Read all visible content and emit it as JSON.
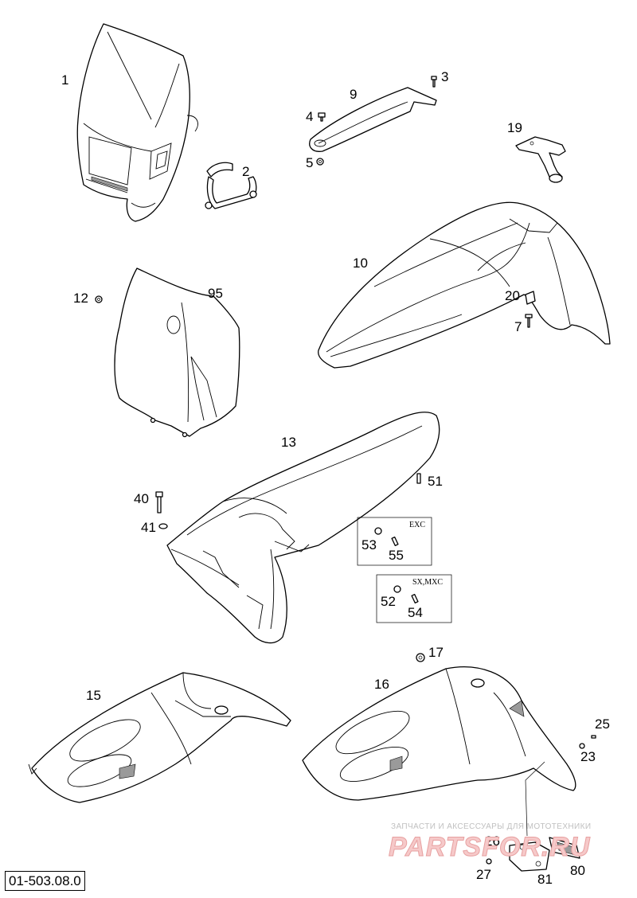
{
  "diagram_id": "01-503.08.0",
  "watermark": {
    "tagline": "ЗАПЧАСТИ И АКСЕССУАРЫ ДЛЯ МОТОТЕХНИКИ",
    "logo": "PARTSFOR.RU"
  },
  "callouts": [
    {
      "id": "1",
      "label": "1"
    },
    {
      "id": "2",
      "label": "2"
    },
    {
      "id": "3",
      "label": "3"
    },
    {
      "id": "4",
      "label": "4"
    },
    {
      "id": "5",
      "label": "5"
    },
    {
      "id": "7",
      "label": "7"
    },
    {
      "id": "9",
      "label": "9"
    },
    {
      "id": "10",
      "label": "10"
    },
    {
      "id": "12",
      "label": "12"
    },
    {
      "id": "13",
      "label": "13"
    },
    {
      "id": "15",
      "label": "15"
    },
    {
      "id": "16",
      "label": "16"
    },
    {
      "id": "17",
      "label": "17"
    },
    {
      "id": "19",
      "label": "19"
    },
    {
      "id": "20",
      "label": "20"
    },
    {
      "id": "23",
      "label": "23"
    },
    {
      "id": "25",
      "label": "25"
    },
    {
      "id": "26",
      "label": "26"
    },
    {
      "id": "27",
      "label": "27"
    },
    {
      "id": "40",
      "label": "40"
    },
    {
      "id": "41",
      "label": "41"
    },
    {
      "id": "51",
      "label": "51"
    },
    {
      "id": "52",
      "label": "52"
    },
    {
      "id": "53",
      "label": "53"
    },
    {
      "id": "54",
      "label": "54"
    },
    {
      "id": "55",
      "label": "55"
    },
    {
      "id": "80",
      "label": "80"
    },
    {
      "id": "81",
      "label": "81"
    },
    {
      "id": "95",
      "label": "95"
    }
  ],
  "variant_boxes": [
    {
      "id": "exc",
      "label": "EXC"
    },
    {
      "id": "sx-mxc",
      "label": "SX,MXC"
    }
  ]
}
